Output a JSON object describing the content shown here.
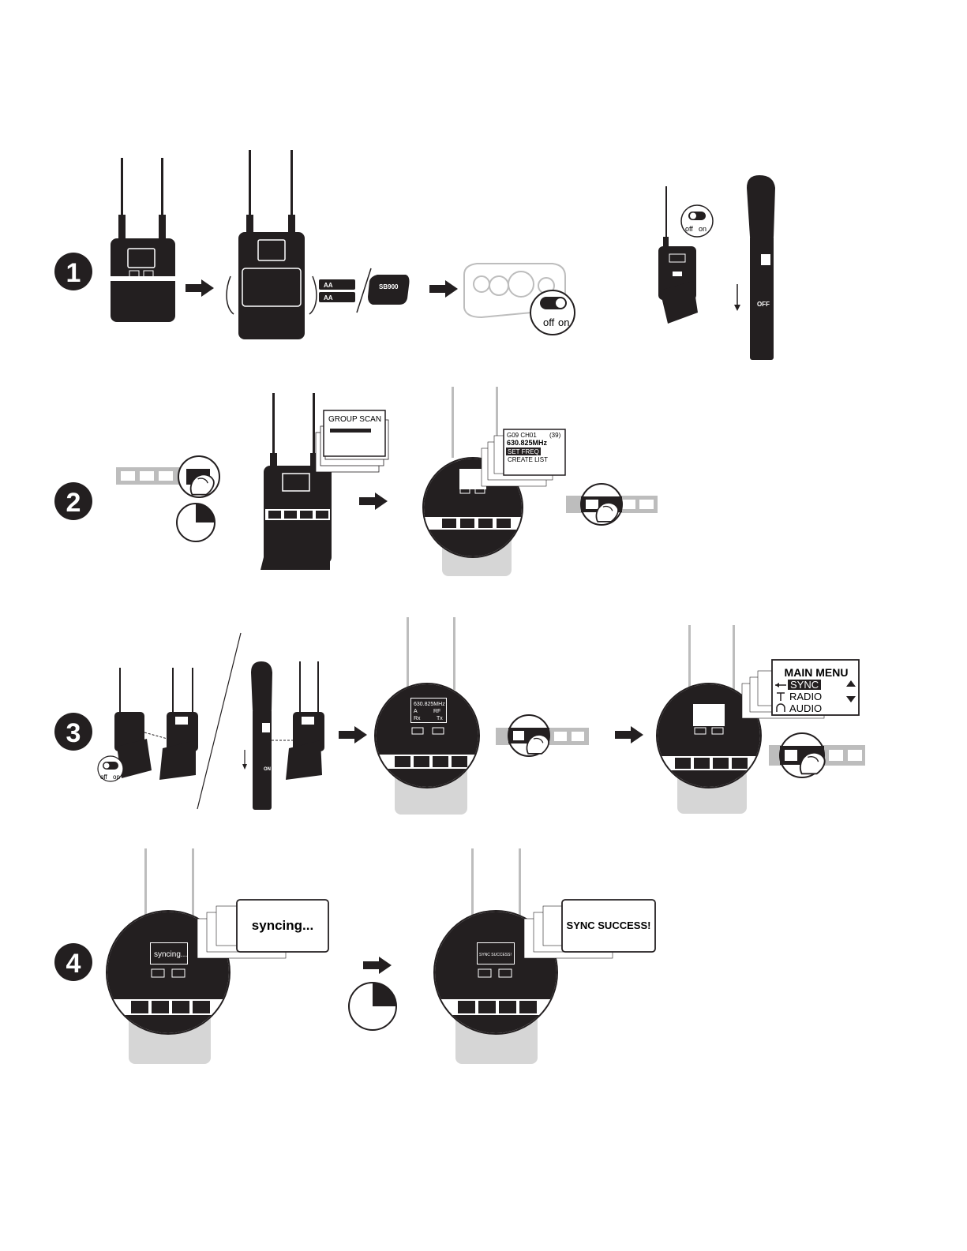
{
  "steps": [
    {
      "number": "1"
    },
    {
      "number": "2"
    },
    {
      "number": "3"
    },
    {
      "number": "4"
    }
  ],
  "step1": {
    "battery_labels": [
      "AA",
      "AA"
    ],
    "pack_label": "SB900",
    "switch_off": "off",
    "switch_on": "on",
    "small_switch_off": "off",
    "small_switch_on": "on",
    "mic_label": "OFF"
  },
  "step2": {
    "popup_title": "GROUP SCAN",
    "screen_line1": "G09  CH01",
    "screen_count": "(39)",
    "screen_freq": "630.825MHz",
    "menu_selected": "SET FREQ",
    "menu_next": "CREATE LIST"
  },
  "step3": {
    "switch_off": "off",
    "switch_on": "on",
    "mic_label": "ON",
    "screen_freq": "630.825MHz",
    "screen_a": "A",
    "screen_rf": "RF",
    "screen_rx": "Rx",
    "screen_tx": "Tx",
    "menu_title": "MAIN MENU",
    "menu_items": [
      "SYNC",
      "RADIO",
      "AUDIO"
    ]
  },
  "step4": {
    "syncing": "syncing...",
    "success": "SYNC SUCCESS!"
  },
  "colors": {
    "ink": "#231f20",
    "grey": "#bdbdbd",
    "light_grey": "#d6d6d6"
  },
  "icons": [
    "arrow-right-icon",
    "timer-icon",
    "finger-press-icon",
    "power-switch-icon"
  ]
}
